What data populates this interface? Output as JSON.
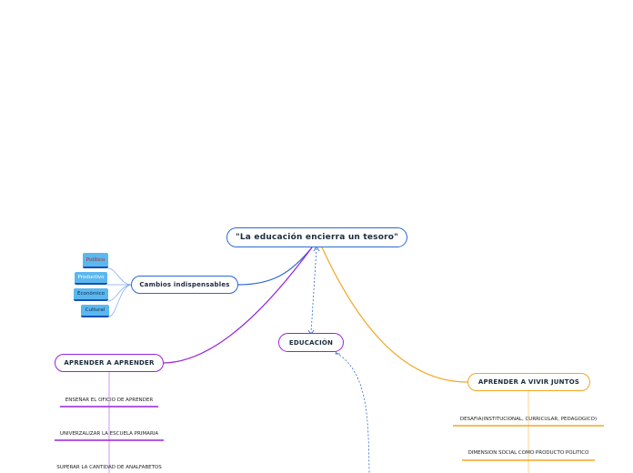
{
  "root": {
    "label": "\"La educación encierra un tesoro\""
  },
  "cambios": {
    "label": "Cambios indispensables",
    "items": [
      "Político",
      "Productivo",
      "Económico",
      "Cultural"
    ]
  },
  "educacion": {
    "label": "EDUCACIÓN"
  },
  "aprender_aprender": {
    "label": "APRENDER A APRENDER",
    "items": [
      "ENSEÑAR EL OFICIO DE APRENDER",
      "UNIVERZALIZAR LA ESCUELA PRIMARIA",
      "SUPERAR LA CANTIDAD DE ANALFABETOS"
    ]
  },
  "vivir_juntos": {
    "label": "APRENDER A VIVIR JUNTOS",
    "items": [
      "DESAFIA(INSTITUCIONAL, CURRICULAR, PEDAGOGICO)",
      "DIMENSION SOCIAL COMO PRODUCTO POLITICO"
    ]
  },
  "colors": {
    "blue": "#2a6ad2",
    "purple": "#9a22d8",
    "orange": "#f5a623",
    "tag": "#5bb8ee"
  }
}
